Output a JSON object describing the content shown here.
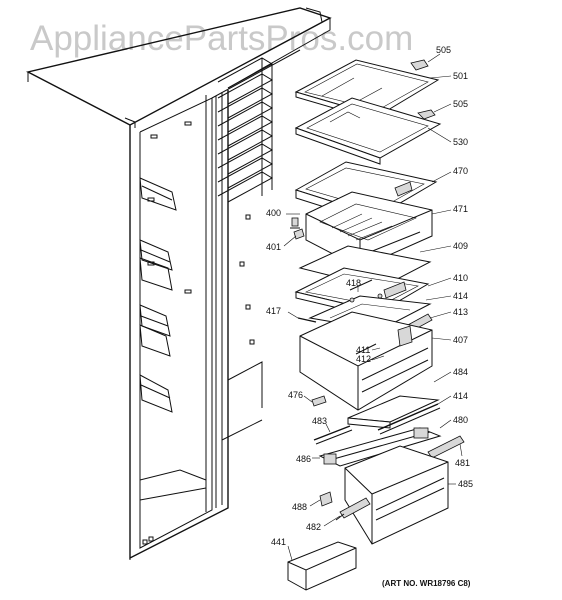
{
  "watermark": "AppliancePartsPros.com",
  "art_number": "(ART NO. WR18796 C8)",
  "callouts": [
    {
      "id": "c505a",
      "text": "505"
    },
    {
      "id": "c501",
      "text": "501"
    },
    {
      "id": "c505b",
      "text": "505"
    },
    {
      "id": "c530",
      "text": "530"
    },
    {
      "id": "c470",
      "text": "470"
    },
    {
      "id": "c400",
      "text": "400"
    },
    {
      "id": "c471",
      "text": "471"
    },
    {
      "id": "c401",
      "text": "401"
    },
    {
      "id": "c409",
      "text": "409"
    },
    {
      "id": "c418",
      "text": "418"
    },
    {
      "id": "c410",
      "text": "410"
    },
    {
      "id": "c414a",
      "text": "414"
    },
    {
      "id": "c417",
      "text": "417"
    },
    {
      "id": "c413",
      "text": "413"
    },
    {
      "id": "c407",
      "text": "407"
    },
    {
      "id": "c411",
      "text": "411"
    },
    {
      "id": "c412",
      "text": "412"
    },
    {
      "id": "c484",
      "text": "484"
    },
    {
      "id": "c476",
      "text": "476"
    },
    {
      "id": "c414b",
      "text": "414"
    },
    {
      "id": "c483",
      "text": "483"
    },
    {
      "id": "c480",
      "text": "480"
    },
    {
      "id": "c486",
      "text": "486"
    },
    {
      "id": "c481",
      "text": "481"
    },
    {
      "id": "c485",
      "text": "485"
    },
    {
      "id": "c488",
      "text": "488"
    },
    {
      "id": "c482",
      "text": "482"
    },
    {
      "id": "c441",
      "text": "441"
    }
  ]
}
